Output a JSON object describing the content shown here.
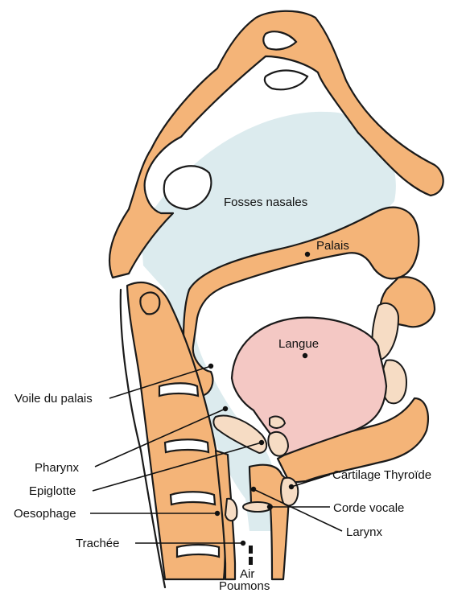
{
  "labels": {
    "fosses_nasales": "Fosses nasales",
    "palais": "Palais",
    "langue": "Langue",
    "voile_du_palais": "Voile du palais",
    "pharynx": "Pharynx",
    "epiglotte": "Epiglotte",
    "oesophage": "Oesophage",
    "trachee": "Trachée",
    "cartilage_thyroide": "Cartilage Thyroïde",
    "corde_vocale": "Corde vocale",
    "larynx": "Larynx",
    "air": "Air",
    "poumons": "Poumons"
  },
  "colors": {
    "bone": "#f4b478",
    "air_space": "#dcebee",
    "tongue": "#f4c8c4",
    "cartilage": "#f6dcc4",
    "outline": "#1a1a1a"
  }
}
